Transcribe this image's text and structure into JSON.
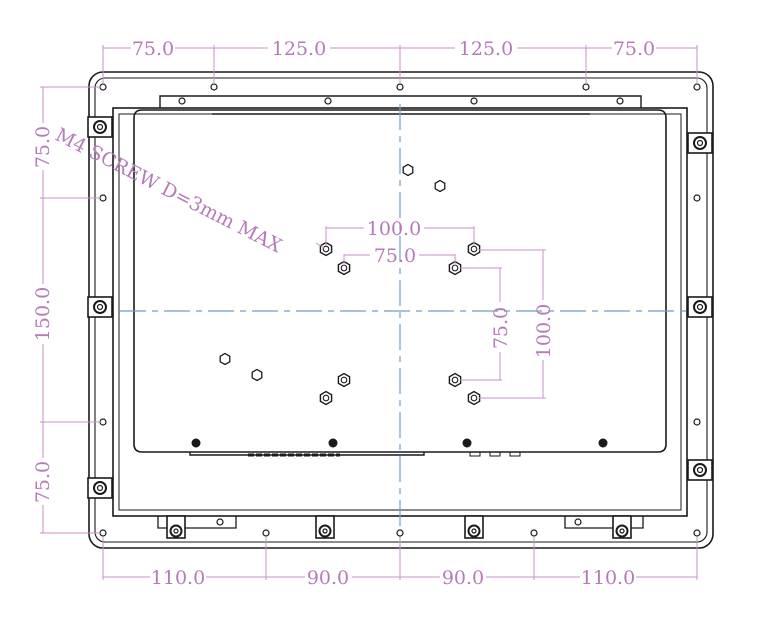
{
  "colors": {
    "dimension": "#c78fca",
    "dimension_text": "#b57ab8",
    "outline": "#1a1a1a",
    "centerline": "#6f9fcf"
  },
  "top_dims": [
    "75.0",
    "125.0",
    "125.0",
    "75.0"
  ],
  "bottom_dims": [
    "110.0",
    "90.0",
    "90.0",
    "110.0"
  ],
  "left_dims": [
    "75.0",
    "150.0",
    "75.0"
  ],
  "vesa_dims": {
    "outer_width": "100.0",
    "inner_width": "75.0",
    "inner_height": "75.0",
    "outer_height": "100.0"
  },
  "note": "M4 SCREW D=3mm MAX"
}
